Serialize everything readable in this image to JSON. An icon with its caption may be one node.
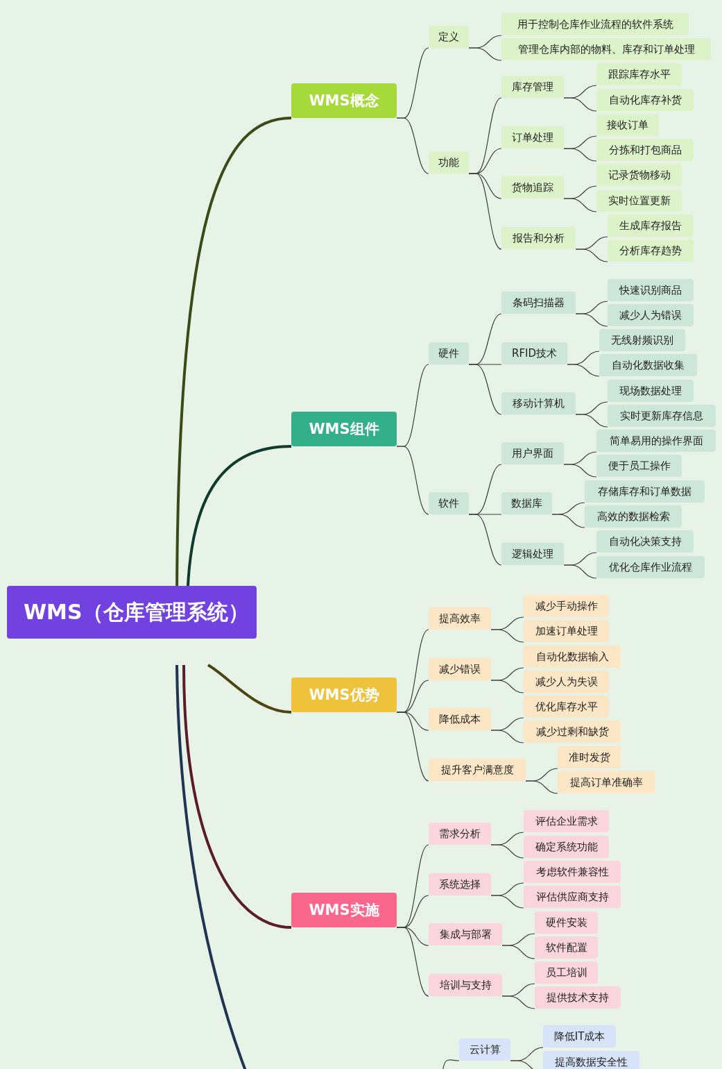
{
  "diagram": {
    "nodes": [
      {
        "text": [
          "WMS（仓库管理系统）"
        ]
      },
      {
        "text": [
          "WMS概念"
        ]
      },
      {
        "text": [
          "定义"
        ]
      },
      {
        "text": [
          "用于控制仓库作业流程的软件系统"
        ]
      },
      {
        "text": [
          "管理仓库内部的物料、库存和订单处理"
        ]
      },
      {
        "text": [
          "功能"
        ]
      },
      {
        "text": [
          "库存管理"
        ]
      },
      {
        "text": [
          "跟踪库存水平"
        ]
      },
      {
        "text": [
          "自动化库存补货"
        ]
      },
      {
        "text": [
          "订单处理"
        ]
      },
      {
        "text": [
          "接收订单"
        ]
      },
      {
        "text": [
          "分拣和打包商品"
        ]
      },
      {
        "text": [
          "货物追踪"
        ]
      },
      {
        "text": [
          "记录货物移动"
        ]
      },
      {
        "text": [
          "实时位置更新"
        ]
      },
      {
        "text": [
          "报告和分析"
        ]
      },
      {
        "text": [
          "生成库存报告"
        ]
      },
      {
        "text": [
          "分析库存趋势"
        ]
      },
      {
        "text": [
          "WMS组件"
        ]
      },
      {
        "text": [
          "硬件"
        ]
      },
      {
        "text": [
          "条码扫描器"
        ]
      },
      {
        "text": [
          "快速识别商品"
        ]
      },
      {
        "text": [
          "减少人为错误"
        ]
      },
      {
        "text": [
          "RFID技术"
        ]
      },
      {
        "text": [
          "无线射频识别"
        ]
      },
      {
        "text": [
          "自动化数据收集"
        ]
      },
      {
        "text": [
          "移动计算机"
        ]
      },
      {
        "text": [
          "现场数据处理"
        ]
      },
      {
        "text": [
          "实时更新库存信息"
        ]
      },
      {
        "text": [
          "软件"
        ]
      },
      {
        "text": [
          "用户界面"
        ]
      },
      {
        "text": [
          "简单易用的操作界面"
        ]
      },
      {
        "text": [
          "便于员工操作"
        ]
      },
      {
        "text": [
          "数据库"
        ]
      },
      {
        "text": [
          "存储库存和订单数据"
        ]
      },
      {
        "text": [
          "高效的数据检索"
        ]
      },
      {
        "text": [
          "逻辑处理"
        ]
      },
      {
        "text": [
          "自动化决策支持"
        ]
      },
      {
        "text": [
          "优化仓库作业流程"
        ]
      },
      {
        "text": [
          "WMS优势"
        ]
      },
      {
        "text": [
          "提高效率"
        ]
      },
      {
        "text": [
          "减少手动操作"
        ]
      },
      {
        "text": [
          "加速订单处理"
        ]
      },
      {
        "text": [
          "减少错误"
        ]
      },
      {
        "text": [
          "自动化数据输入"
        ]
      },
      {
        "text": [
          "减少人为失误"
        ]
      },
      {
        "text": [
          "降低成本"
        ]
      },
      {
        "text": [
          "优化库存水平"
        ]
      },
      {
        "text": [
          "减少过剩和缺货"
        ]
      },
      {
        "text": [
          "提升客户满意度"
        ]
      },
      {
        "text": [
          "准时发货"
        ]
      },
      {
        "text": [
          "提高订单准确率"
        ]
      },
      {
        "text": [
          "WMS实施"
        ]
      },
      {
        "text": [
          "需求分析"
        ]
      },
      {
        "text": [
          "评估企业需求"
        ]
      },
      {
        "text": [
          "确定系统功能"
        ]
      },
      {
        "text": [
          "系统选择"
        ]
      },
      {
        "text": [
          "考虑软件兼容性"
        ]
      },
      {
        "text": [
          "评估供应商支持"
        ]
      },
      {
        "text": [
          "集成与部署"
        ]
      },
      {
        "text": [
          "硬件安装"
        ]
      },
      {
        "text": [
          "软件配置"
        ]
      },
      {
        "text": [
          "培训与支持"
        ]
      },
      {
        "text": [
          "员工培训"
        ]
      },
      {
        "text": [
          "提供技术支持"
        ]
      },
      {
        "text": [
          "云计算"
        ]
      },
      {
        "text": [
          "降低IT成本"
        ]
      },
      {
        "text": [
          "提高数据安全性"
        ]
      }
    ],
    "edges": [
      {
        "from": 0,
        "to": 1,
        "arrow": "none",
        "style": "thick",
        "color": "#3b4a17"
      },
      {
        "from": 1,
        "to": 2,
        "arrow": "none"
      },
      {
        "from": 2,
        "to": 3,
        "arrow": "none"
      },
      {
        "from": 2,
        "to": 4,
        "arrow": "none"
      },
      {
        "from": 1,
        "to": 5,
        "arrow": "none"
      },
      {
        "from": 5,
        "to": 6,
        "arrow": "none"
      },
      {
        "from": 6,
        "to": 7,
        "arrow": "none"
      },
      {
        "from": 6,
        "to": 8,
        "arrow": "none"
      },
      {
        "from": 5,
        "to": 9,
        "arrow": "none"
      },
      {
        "from": 9,
        "to": 10,
        "arrow": "none"
      },
      {
        "from": 9,
        "to": 11,
        "arrow": "none"
      },
      {
        "from": 5,
        "to": 12,
        "arrow": "none"
      },
      {
        "from": 12,
        "to": 13,
        "arrow": "none"
      },
      {
        "from": 12,
        "to": 14,
        "arrow": "none"
      },
      {
        "from": 5,
        "to": 15,
        "arrow": "none"
      },
      {
        "from": 15,
        "to": 16,
        "arrow": "none"
      },
      {
        "from": 15,
        "to": 17,
        "arrow": "none"
      },
      {
        "from": 0,
        "to": 18,
        "arrow": "none",
        "style": "thick",
        "color": "#0f3a2c"
      },
      {
        "from": 18,
        "to": 19,
        "arrow": "none"
      },
      {
        "from": 19,
        "to": 20,
        "arrow": "none"
      },
      {
        "from": 20,
        "to": 21,
        "arrow": "none"
      },
      {
        "from": 20,
        "to": 22,
        "arrow": "none"
      },
      {
        "from": 19,
        "to": 23,
        "arrow": "none"
      },
      {
        "from": 23,
        "to": 24,
        "arrow": "none"
      },
      {
        "from": 23,
        "to": 25,
        "arrow": "none"
      },
      {
        "from": 19,
        "to": 26,
        "arrow": "none"
      },
      {
        "from": 26,
        "to": 27,
        "arrow": "none"
      },
      {
        "from": 26,
        "to": 28,
        "arrow": "none"
      },
      {
        "from": 18,
        "to": 29,
        "arrow": "none"
      },
      {
        "from": 29,
        "to": 30,
        "arrow": "none"
      },
      {
        "from": 30,
        "to": 31,
        "arrow": "none"
      },
      {
        "from": 30,
        "to": 32,
        "arrow": "none"
      },
      {
        "from": 29,
        "to": 33,
        "arrow": "none"
      },
      {
        "from": 33,
        "to": 34,
        "arrow": "none"
      },
      {
        "from": 33,
        "to": 35,
        "arrow": "none"
      },
      {
        "from": 29,
        "to": 36,
        "arrow": "none"
      },
      {
        "from": 36,
        "to": 37,
        "arrow": "none"
      },
      {
        "from": 36,
        "to": 38,
        "arrow": "none"
      },
      {
        "from": 0,
        "to": 39,
        "arrow": "none",
        "style": "thick",
        "color": "#4e4312"
      },
      {
        "from": 39,
        "to": 40,
        "arrow": "none"
      },
      {
        "from": 40,
        "to": 41,
        "arrow": "none"
      },
      {
        "from": 40,
        "to": 42,
        "arrow": "none"
      },
      {
        "from": 39,
        "to": 43,
        "arrow": "none"
      },
      {
        "from": 43,
        "to": 44,
        "arrow": "none"
      },
      {
        "from": 43,
        "to": 45,
        "arrow": "none"
      },
      {
        "from": 39,
        "to": 46,
        "arrow": "none"
      },
      {
        "from": 46,
        "to": 47,
        "arrow": "none"
      },
      {
        "from": 46,
        "to": 48,
        "arrow": "none"
      },
      {
        "from": 39,
        "to": 49,
        "arrow": "none"
      },
      {
        "from": 49,
        "to": 50,
        "arrow": "none"
      },
      {
        "from": 49,
        "to": 51,
        "arrow": "none"
      },
      {
        "from": 0,
        "to": 52,
        "arrow": "none",
        "style": "thick",
        "color": "#5a1c2a"
      },
      {
        "from": 52,
        "to": 53,
        "arrow": "none"
      },
      {
        "from": 53,
        "to": 54,
        "arrow": "none"
      },
      {
        "from": 53,
        "to": 55,
        "arrow": "none"
      },
      {
        "from": 52,
        "to": 56,
        "arrow": "none"
      },
      {
        "from": 56,
        "to": 57,
        "arrow": "none"
      },
      {
        "from": 56,
        "to": 58,
        "arrow": "none"
      },
      {
        "from": 52,
        "to": 59,
        "arrow": "none"
      },
      {
        "from": 59,
        "to": 60,
        "arrow": "none"
      },
      {
        "from": 59,
        "to": 61,
        "arrow": "none"
      },
      {
        "from": 52,
        "to": 62,
        "arrow": "none"
      },
      {
        "from": 62,
        "to": 63,
        "arrow": "none"
      },
      {
        "from": 62,
        "to": 64,
        "arrow": "none"
      },
      {
        "from": 0,
        "to": null,
        "arrow": "none",
        "style": "thick",
        "color": "#1f3552"
      },
      {
        "from": null,
        "to": 65,
        "arrow": "none"
      },
      {
        "from": 65,
        "to": 66,
        "arrow": "none"
      },
      {
        "from": 65,
        "to": 67,
        "arrow": "none"
      }
    ]
  }
}
